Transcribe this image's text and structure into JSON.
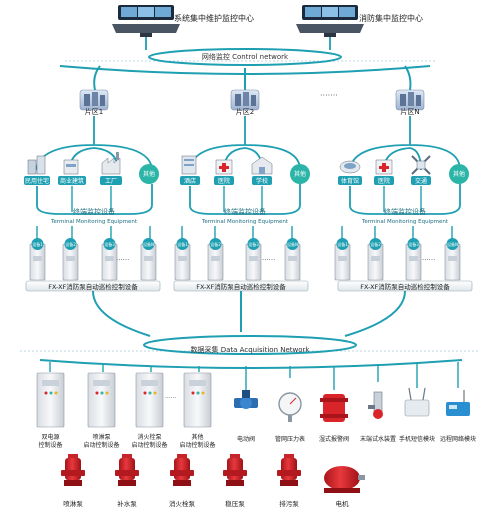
{
  "centers": [
    {
      "label": "系统集中维护监控中心"
    },
    {
      "label": "消防集中监控中心"
    }
  ],
  "control_network_label": "网络监控  Control network",
  "zones": [
    {
      "name": "片区1",
      "buildings": [
        "民用住宅",
        "商业建筑",
        "工厂"
      ],
      "other": "其他",
      "terminal_cn": "终端监控设备",
      "terminal_en": "Terminal Monitoring Equipment",
      "devices": [
        "设备1",
        "设备2",
        "设备3",
        "设备N"
      ],
      "bar": "FX-XF消防泵自动巡检控制设备"
    },
    {
      "name": "片区2",
      "buildings": [
        "酒店",
        "医院",
        "学校"
      ],
      "other": "其他",
      "terminal_cn": "终端监控设备",
      "terminal_en": "Terminal Monitoring Equipment",
      "devices": [
        "设备1",
        "设备2",
        "设备3",
        "设备N"
      ],
      "bar": "FX-XF消防泵自动巡检控制设备"
    },
    {
      "name": "片区N",
      "buildings": [
        "体育馆",
        "医院",
        "交通"
      ],
      "other": "其他",
      "terminal_cn": "终端监控设备",
      "terminal_en": "Terminal Monitoring Equipment",
      "devices": [
        "设备1",
        "设备2",
        "设备3",
        "设备N"
      ],
      "bar": "FX-XF消防泵自动巡检控制设备"
    }
  ],
  "zone_ellipsis": "·······",
  "device_ellipsis": "······",
  "data_network_label": "数据采集   Data Acquisition Network",
  "cabinets": [
    {
      "l1": "双电源",
      "l2": "控制设备"
    },
    {
      "l1": "喷淋泵",
      "l2": "启动控制设备"
    },
    {
      "l1": "消火栓泵",
      "l2": "启动控制设备"
    },
    {
      "l1": "其他",
      "l2": "启动控制设备"
    }
  ],
  "field_devices": [
    "电动阀",
    "管网压力表",
    "湿式报警阀",
    "末端试水装置",
    "手机短信模块",
    "远程网络模块"
  ],
  "pumps": [
    "喷淋泵",
    "补水泵",
    "消火栓泵",
    "稳压泵",
    "排污泵",
    "电机"
  ],
  "colors": {
    "line": "#1e9fb2",
    "pump": "#d9252a",
    "zone_badge": "#2bb5a8",
    "text": "#222222"
  }
}
